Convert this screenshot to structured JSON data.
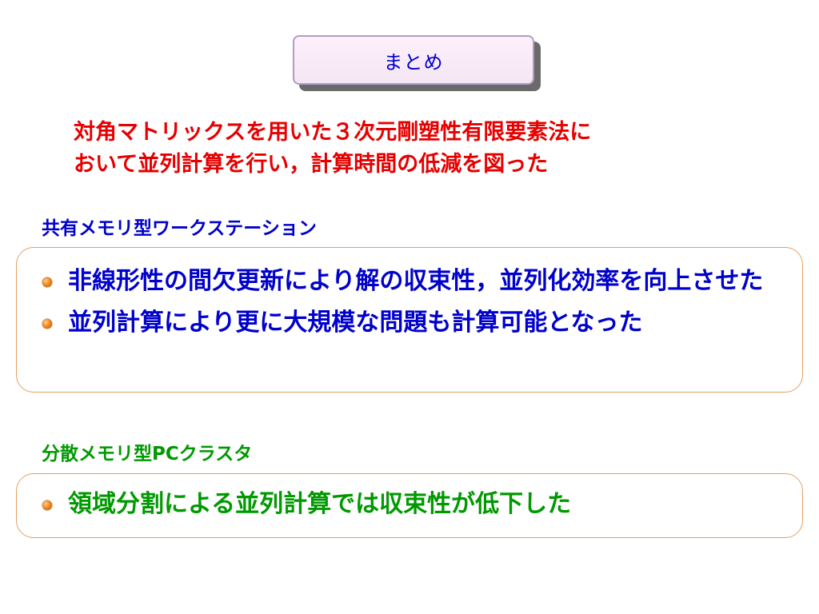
{
  "title": "まとめ",
  "intro": {
    "line1": "対角マトリックスを用いた３次元剛塑性有限要素法に",
    "line2": "おいて並列計算を行い，計算時間の低減を図った"
  },
  "sections": [
    {
      "heading": "共有メモリ型ワークステーション",
      "bullets": [
        "非線形性の間欠更新により解の収束性，並列化効率を向上させた",
        "並列計算により更に大規模な問題も計算可能となった"
      ]
    },
    {
      "heading": "分散メモリ型PCクラスタ",
      "bullets": [
        "領域分割による並列計算では収束性が低下した"
      ]
    }
  ],
  "colors": {
    "title_text": "#0000cc",
    "intro_text": "#e60000",
    "section1_text": "#0000cc",
    "section2_text": "#009900",
    "box_border": "#e5a060",
    "bullet": "#f08a24"
  },
  "icons": {
    "bullet": "orange-sphere-bullet-icon"
  }
}
